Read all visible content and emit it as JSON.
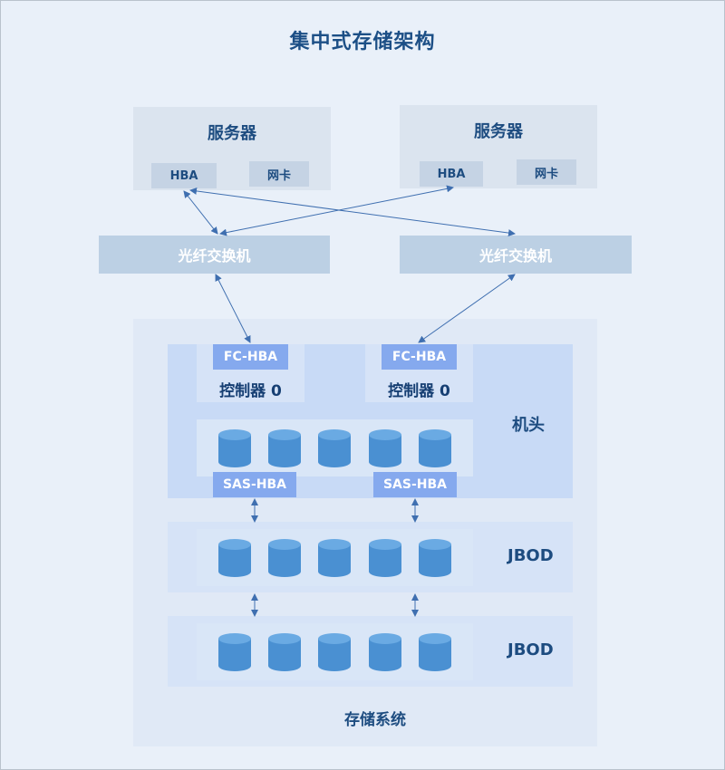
{
  "title": "集中式存储架构",
  "servers": [
    {
      "title": "服务器",
      "hba": "HBA",
      "nic": "网卡"
    },
    {
      "title": "服务器",
      "hba": "HBA",
      "nic": "网卡"
    }
  ],
  "switches": [
    "光纤交换机",
    "光纤交换机"
  ],
  "head": {
    "label": "机头",
    "controllers": [
      {
        "fc_hba": "FC-HBA",
        "label": "控制器 0"
      },
      {
        "fc_hba": "FC-HBA",
        "label": "控制器 0"
      }
    ],
    "sas_hba": [
      "SAS-HBA",
      "SAS-HBA"
    ]
  },
  "jbods": [
    "JBOD",
    "JBOD"
  ],
  "storage_label": "存储系统",
  "colors": {
    "background": "#e9f0f9",
    "title": "#1c4f86",
    "disk": "#4a90d2",
    "arrow": "#3f6fb0",
    "hba_blue": "#85a9ee"
  }
}
